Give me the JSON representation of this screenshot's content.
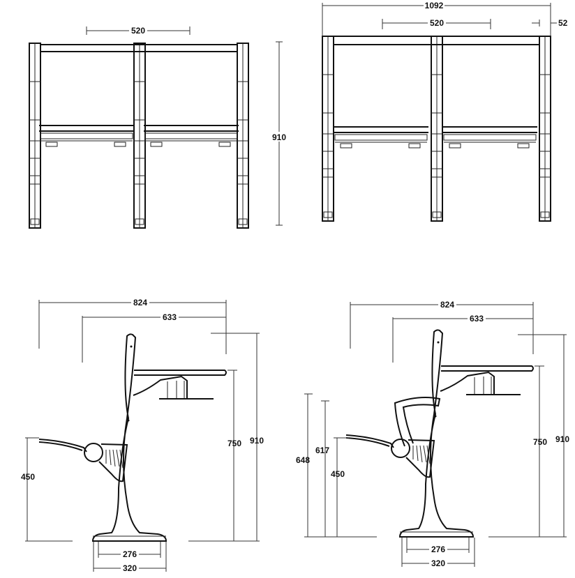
{
  "front_view_single": {
    "width_label": "520",
    "height_label": "910"
  },
  "front_view_double": {
    "overall_width_label": "1092",
    "seat_width_label": "520",
    "post_width_label": "52"
  },
  "side_view": {
    "depth_label": "824",
    "desk_depth_label": "633",
    "height_label": "910",
    "desk_height_label": "750",
    "seat_height_label": "450",
    "base_inner_label": "276",
    "base_outer_label": "320"
  },
  "side_view_armrest": {
    "depth_label": "824",
    "desk_depth_label": "633",
    "height_label": "910",
    "desk_height_label": "750",
    "arm_height_label": "648",
    "arm_inner_height_label": "617",
    "seat_height_label": "450",
    "base_inner_label": "276",
    "base_outer_label": "320"
  },
  "colors": {
    "line": "#111111",
    "background": "#ffffff"
  }
}
